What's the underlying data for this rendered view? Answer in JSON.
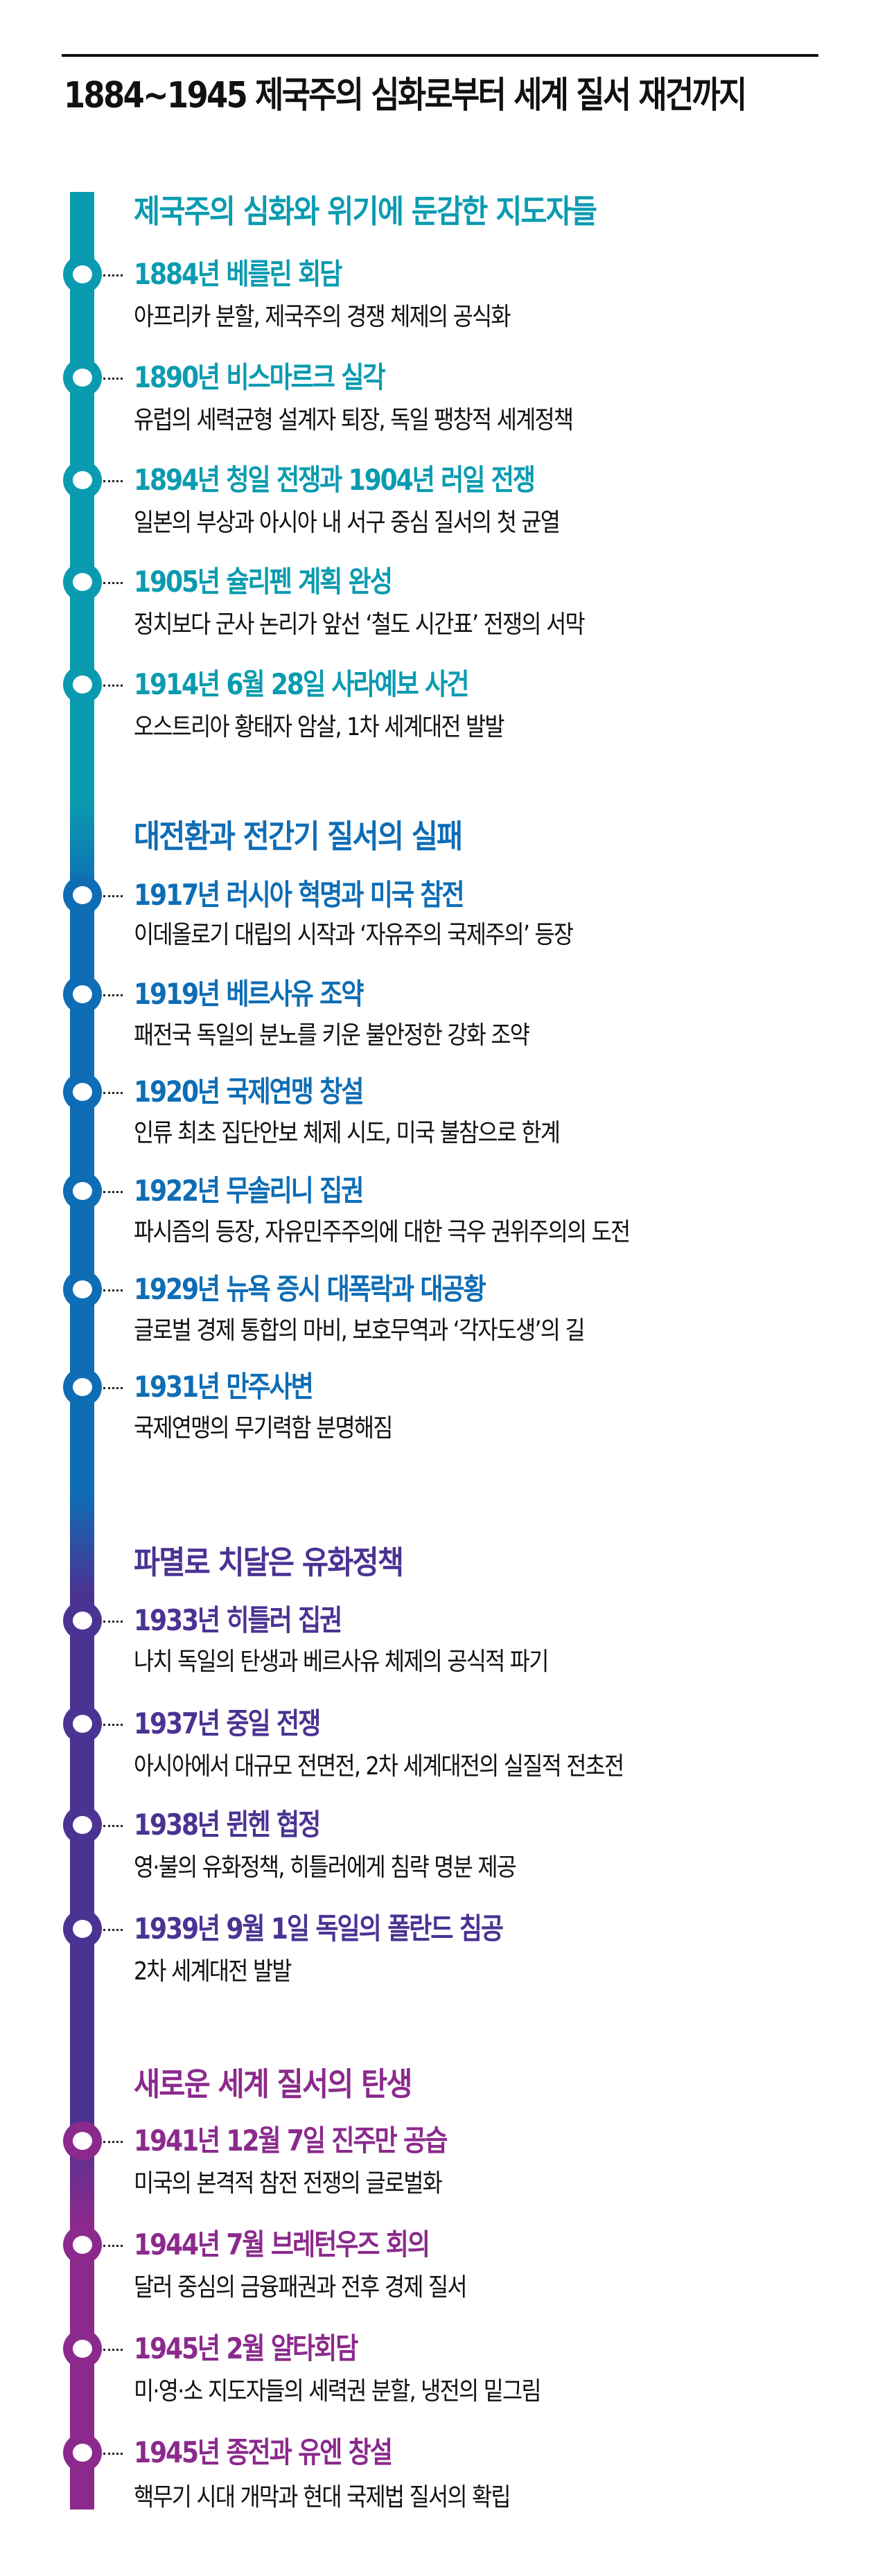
{
  "header": {
    "title": "1884~1945 제국주의 심화로부터 세계 질서 재건까지"
  },
  "colors": {
    "section1": "#0a9bb0",
    "section2": "#0e6db5",
    "section3": "#4a3393",
    "section4": "#8b2a8c",
    "text": "#111111"
  },
  "sections": [
    {
      "heading": "제국주의 심화와 위기에 둔감한 지도자들",
      "events": [
        {
          "title": "1884년 베를린 회담",
          "desc": "아프리카 분할, 제국주의 경쟁 체제의 공식화"
        },
        {
          "title": "1890년 비스마르크 실각",
          "desc": "유럽의 세력균형 설계자 퇴장, 독일 팽창적 세계정책"
        },
        {
          "title": "1894년 청일 전쟁과 1904년 러일 전쟁",
          "desc": "일본의 부상과 아시아 내 서구 중심 질서의 첫 균열"
        },
        {
          "title": "1905년 슐리펜 계획 완성",
          "desc": "정치보다 군사 논리가 앞선 ‘철도 시간표’ 전쟁의 서막"
        },
        {
          "title": "1914년 6월 28일 사라예보 사건",
          "desc": "오스트리아 황태자 암살, 1차 세계대전 발발"
        }
      ]
    },
    {
      "heading": "대전환과 전간기 질서의 실패",
      "events": [
        {
          "title": "1917년 러시아 혁명과 미국 참전",
          "desc": "이데올로기 대립의 시작과 ‘자유주의 국제주의’ 등장"
        },
        {
          "title": "1919년 베르사유 조약",
          "desc": "패전국 독일의 분노를 키운 불안정한 강화 조약"
        },
        {
          "title": "1920년 국제연맹 창설",
          "desc": "인류 최초 집단안보 체제 시도, 미국 불참으로 한계"
        },
        {
          "title": "1922년 무솔리니 집권",
          "desc": "파시즘의 등장, 자유민주주의에 대한 극우 권위주의의 도전"
        },
        {
          "title": "1929년 뉴욕 증시 대폭락과 대공황",
          "desc": "글로벌 경제 통합의 마비, 보호무역과 ‘각자도생’의 길"
        },
        {
          "title": "1931년 만주사변",
          "desc": "국제연맹의 무기력함 분명해짐"
        }
      ]
    },
    {
      "heading": "파멸로 치달은 유화정책",
      "events": [
        {
          "title": "1933년 히틀러 집권",
          "desc": "나치 독일의 탄생과 베르사유 체제의 공식적 파기"
        },
        {
          "title": "1937년 중일 전쟁",
          "desc": "아시아에서 대규모 전면전, 2차 세계대전의 실질적 전초전"
        },
        {
          "title": "1938년 뮌헨 협정",
          "desc": "영·불의 유화정책, 히틀러에게 침략 명분 제공"
        },
        {
          "title": "1939년 9월 1일 독일의 폴란드 침공",
          "desc": "2차 세계대전 발발"
        }
      ]
    },
    {
      "heading": "새로운 세계 질서의 탄생",
      "events": [
        {
          "title": "1941년 12월 7일 진주만 공습",
          "desc": "미국의 본격적 참전 전쟁의 글로벌화"
        },
        {
          "title": "1944년 7월 브레턴우즈 회의",
          "desc": "달러 중심의 금융패권과 전후 경제 질서"
        },
        {
          "title": "1945년 2월 얄타회담",
          "desc": "미·영·소 지도자들의 세력권 분할, 냉전의 밑그림"
        },
        {
          "title": "1945년 종전과 유엔 창설",
          "desc": "핵무기 시대 개막과 현대 국제법 질서의 확립"
        }
      ]
    }
  ]
}
